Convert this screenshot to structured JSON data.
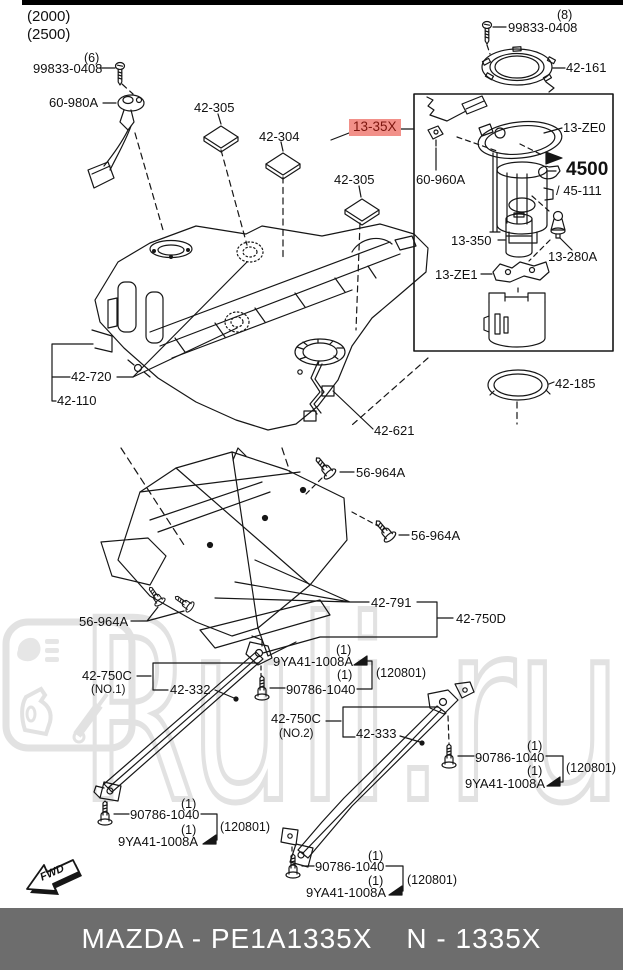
{
  "diagram": {
    "engine_variant_1": "(2000)",
    "engine_variant_2": "(2500)",
    "fwd_label": "FWD",
    "watermark_text": "Ruli.ru",
    "highlight_bg": "#f29089",
    "highlight_fg": "#7c150e"
  },
  "parts": {
    "qty6": "(6)",
    "qty8": "(8)",
    "qty1": "(1)",
    "date_code": "(120801)",
    "p99833_0408": "99833-0408",
    "p60_980A": "60-980A",
    "p42_305": "42-305",
    "p42_304": "42-304",
    "p42_161": "42-161",
    "p13_35X": "13-35X",
    "p13_ZE0": "13-ZE0",
    "p60_960A": "60-960A",
    "p4500": "4500",
    "p45_111": "/ 45-111",
    "p13_350": "13-350",
    "p13_280A": "13-280A",
    "p13_ZE1": "13-ZE1",
    "p42_185": "42-185",
    "p42_720": "42-720",
    "p42_110": "42-110",
    "p42_621": "42-621",
    "p56_964A": "56-964A",
    "p42_791": "42-791",
    "p42_750D": "42-750D",
    "p42_750C": "42-750C",
    "no1": "(NO.1)",
    "no2": "(NO.2)",
    "p42_332": "42-332",
    "p42_333": "42-333",
    "p9YA41_1008A": "9YA41-1008A",
    "p90786_1040": "90786-1040"
  },
  "footer": {
    "left": "MAZDA - PE1A1335X",
    "right": "N - 1335X"
  }
}
